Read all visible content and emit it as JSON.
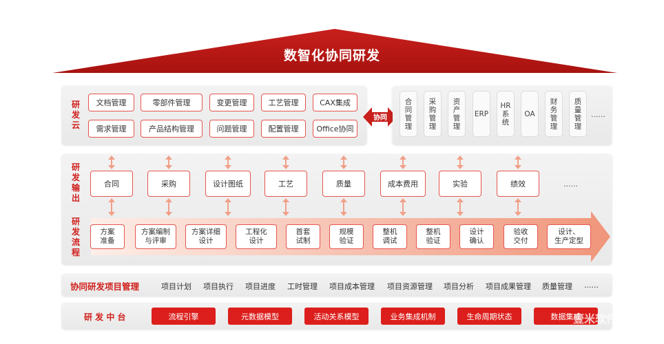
{
  "title": "数智化协同研发",
  "cloud": {
    "label": "研发云",
    "row1": [
      "文档管理",
      "零部件管理",
      "变更管理",
      "工艺管理",
      "CAX集成"
    ],
    "row2": [
      "需求管理",
      "产品结构管理",
      "问题管理",
      "配置管理",
      "Office协同"
    ],
    "connector": "协同",
    "systems": [
      "合同管理",
      "采购管理",
      "资产管理",
      "ERP",
      "HR系统",
      "OA",
      "财务管理",
      "质量管理"
    ],
    "systems_more": "......"
  },
  "output": {
    "label": "研发输出",
    "items": [
      "合同",
      "采购",
      "设计图纸",
      "工艺",
      "质量",
      "成本费用",
      "实验",
      "绩效"
    ],
    "more": "......"
  },
  "flow": {
    "label": "研发流程",
    "steps": [
      "方案\n准备",
      "方案编制\n与评审",
      "方案详细\n设计",
      "工程化\n设计",
      "首套\n试制",
      "规模\n验证",
      "整机\n调试",
      "整机\n验证",
      "设计\n确认",
      "验收\n交付",
      "设计、\n生产定型"
    ]
  },
  "pm": {
    "label": "协同研发项目管理",
    "items": [
      "项目计划",
      "项目执行",
      "项目进度",
      "工时管理",
      "项目成本管理",
      "项目资源管理",
      "项目分析",
      "项目成果管理",
      "质量管理",
      "......"
    ]
  },
  "middle": {
    "label": "研 发 中 台",
    "items": [
      "流程引擎",
      "元数据模型",
      "活动关系模型",
      "业务集成机制",
      "生命周期状态",
      "数据集成"
    ]
  },
  "watermark": "壹米软件",
  "colors": {
    "accent": "#d0201c",
    "arrow": "#f0a088",
    "button": "#dc1f1c"
  }
}
